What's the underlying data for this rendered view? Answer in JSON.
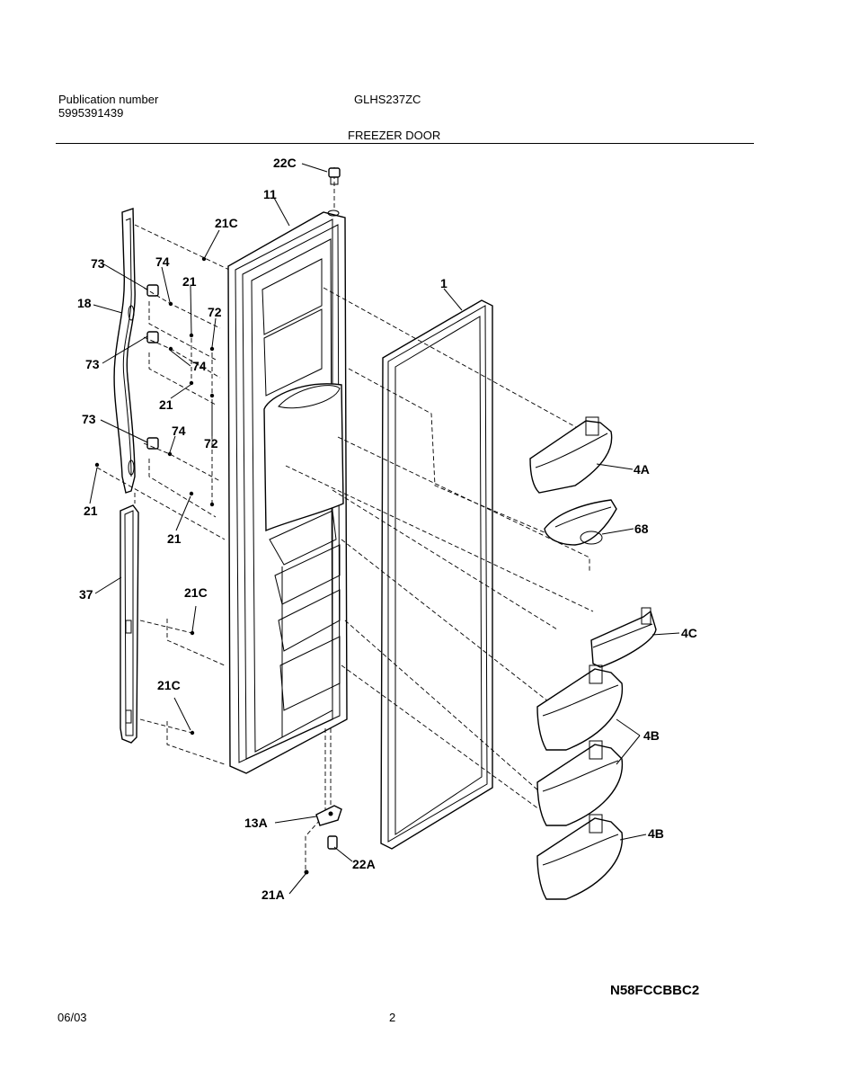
{
  "header": {
    "publication_label": "Publication number",
    "publication_number": "5995391439",
    "model": "GLHS237ZC",
    "section_title": "FREEZER DOOR"
  },
  "footer": {
    "diagram_code": "N58FCCBBC2",
    "date": "06/03",
    "page_number": "2"
  },
  "callouts": {
    "c22C_top": "22C",
    "c11": "11",
    "c21C_top": "21C",
    "c73_a": "73",
    "c74_a": "74",
    "c21_a": "21",
    "c72_a": "72",
    "c18": "18",
    "c73_b": "73",
    "c74_b": "74",
    "c21_b": "21",
    "c73_c": "73",
    "c74_c": "74",
    "c72_b": "72",
    "c21_c": "21",
    "c21_d": "21",
    "c1": "1",
    "c4A": "4A",
    "c68": "68",
    "c4C": "4C",
    "c4B_a": "4B",
    "c4B_b": "4B",
    "c37": "37",
    "c21C_mid": "21C",
    "c21C_low": "21C",
    "c13A": "13A",
    "c22A": "22A",
    "c21A": "21A"
  }
}
